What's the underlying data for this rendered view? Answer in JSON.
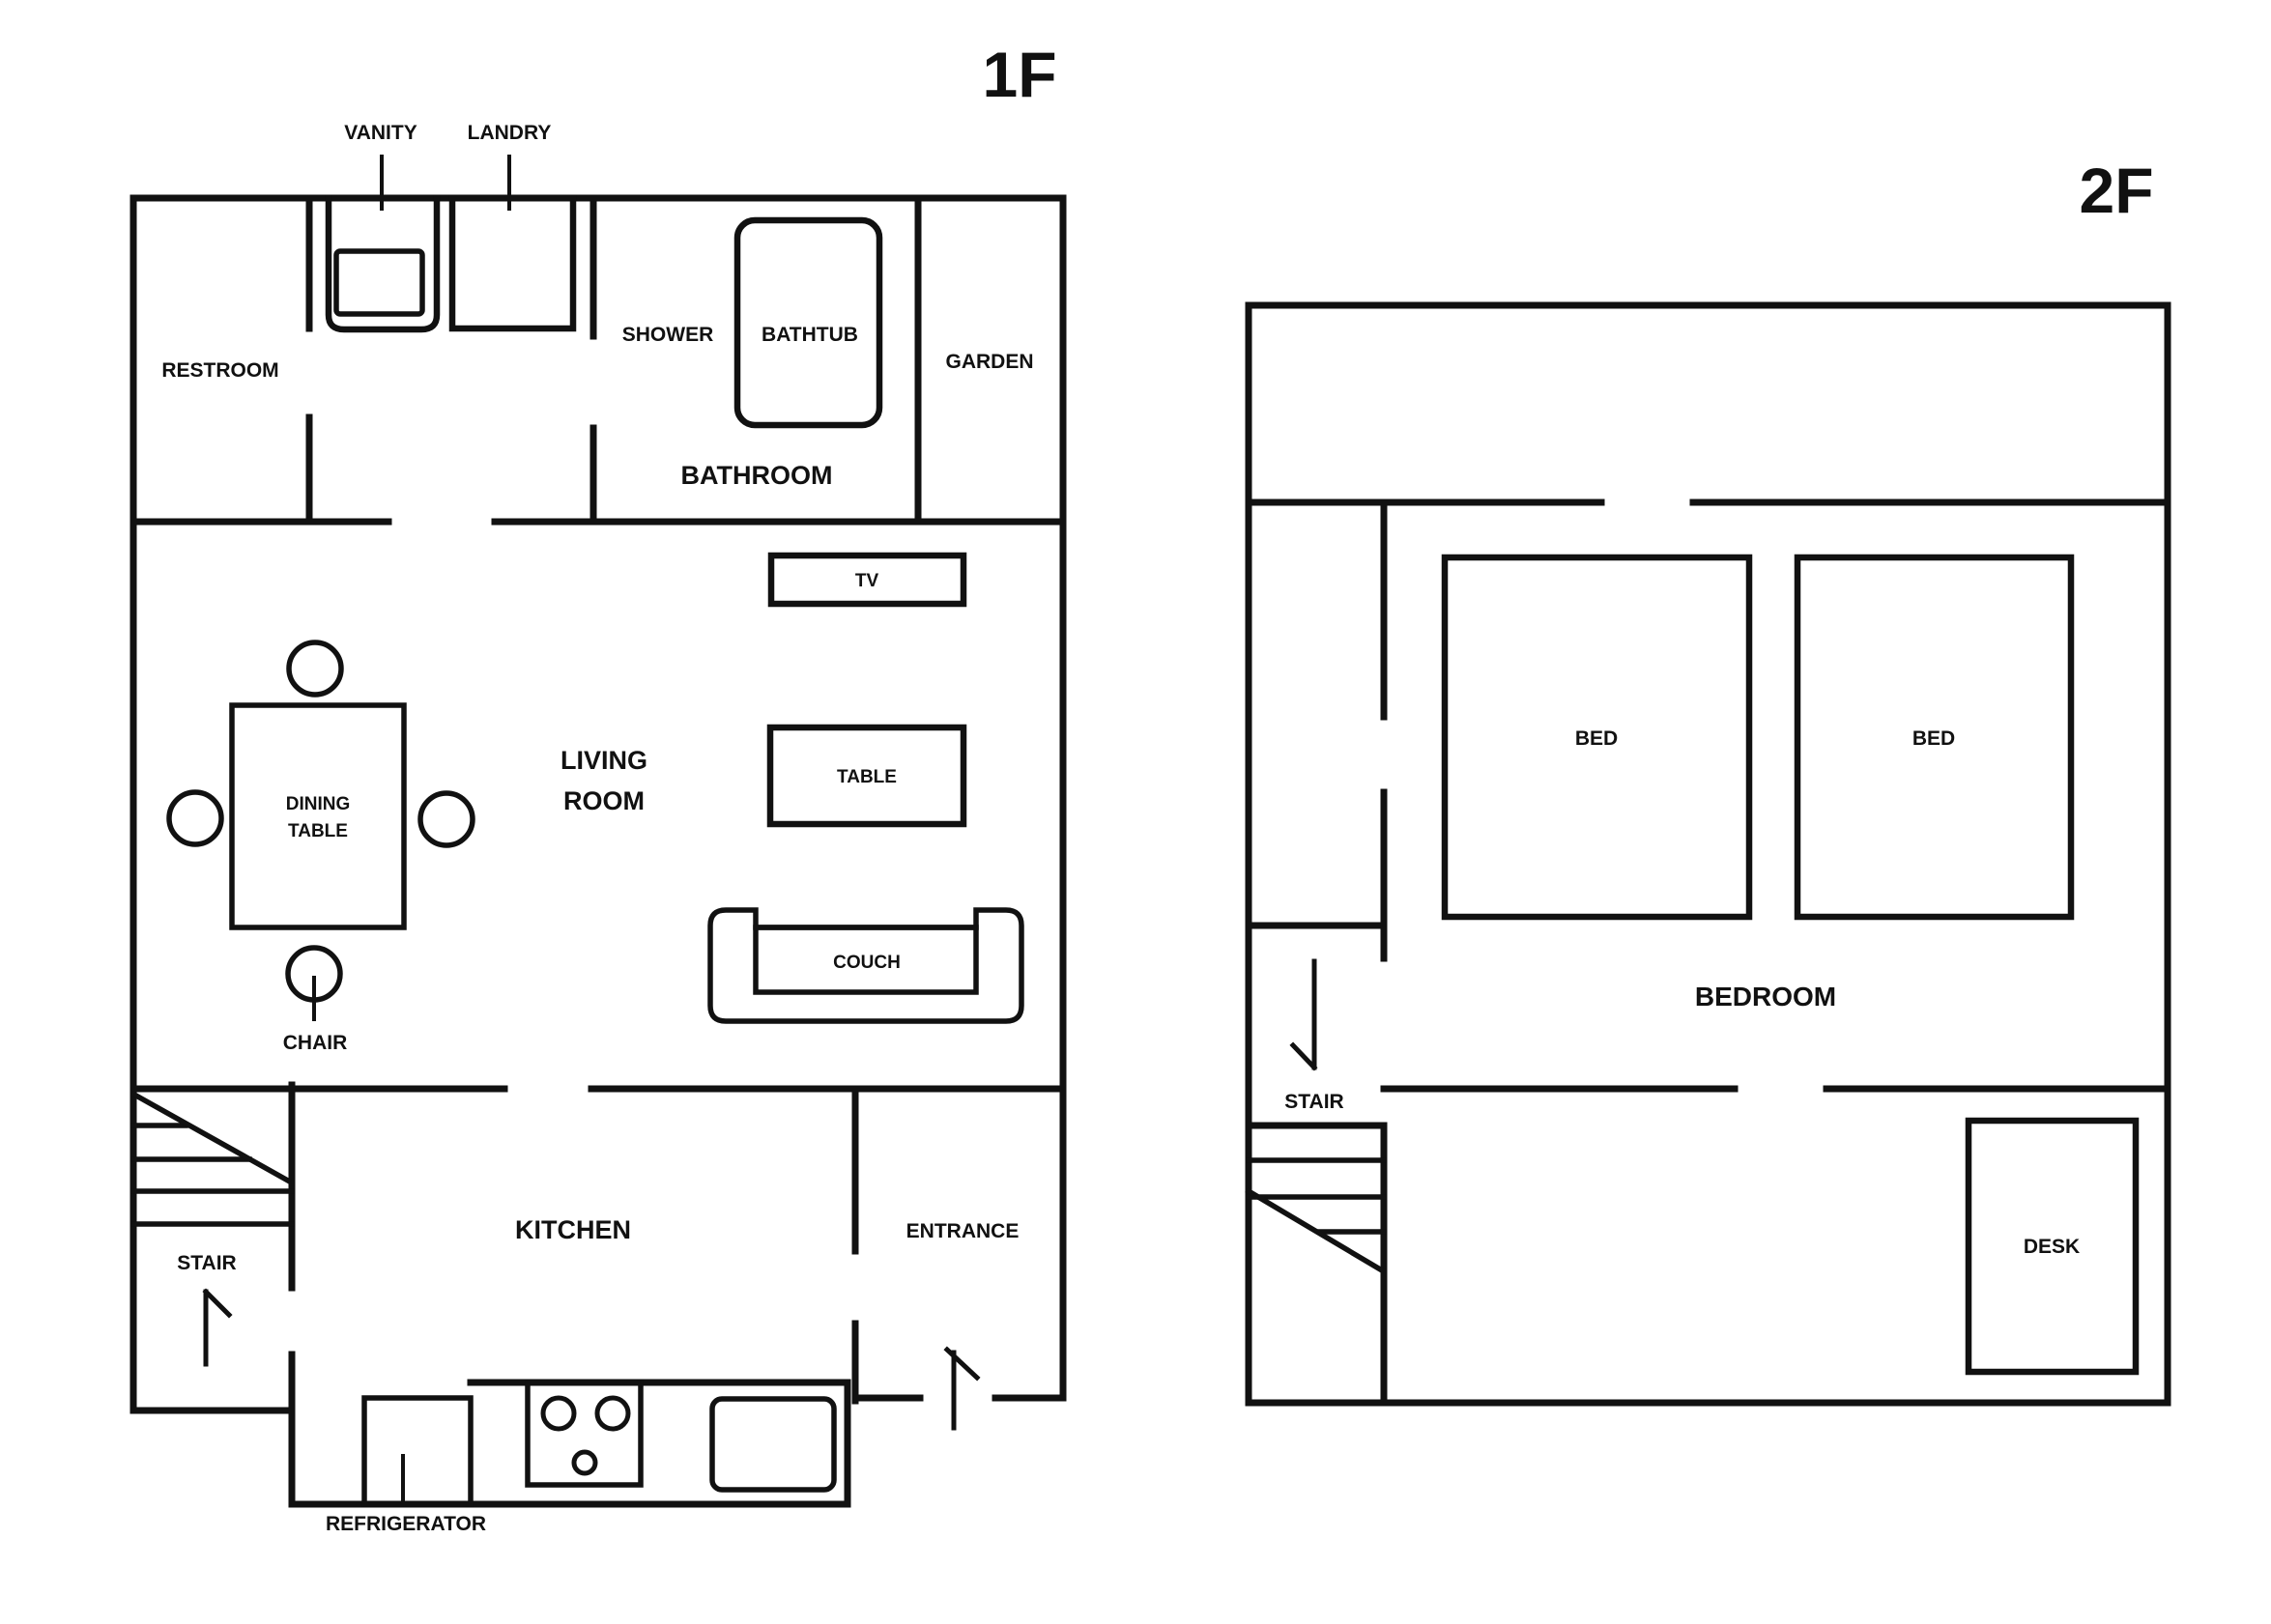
{
  "colors": {
    "line": "#111111",
    "background": "#ffffff"
  },
  "floor1": {
    "title": "1F",
    "labels": {
      "vanity": "VANITY",
      "landry": "LANDRY",
      "restroom": "RESTROOM",
      "shower": "SHOWER",
      "bathtub": "BATHTUB",
      "garden": "GARDEN",
      "bathroom": "BATHROOM",
      "tv": "TV",
      "living_line1": "LIVING",
      "living_line2": "ROOM",
      "dining_line1": "DINING",
      "dining_line2": "TABLE",
      "chair": "CHAIR",
      "table": "TABLE",
      "couch": "COUCH",
      "stair": "STAIR",
      "kitchen": "KITCHEN",
      "entrance": "ENTRANCE",
      "refrigerator": "REFRIGERATOR"
    }
  },
  "floor2": {
    "title": "2F",
    "labels": {
      "bed_left": "BED",
      "bed_right": "BED",
      "bedroom": "BEDROOM",
      "stair": "STAIR",
      "desk": "DESK"
    }
  }
}
